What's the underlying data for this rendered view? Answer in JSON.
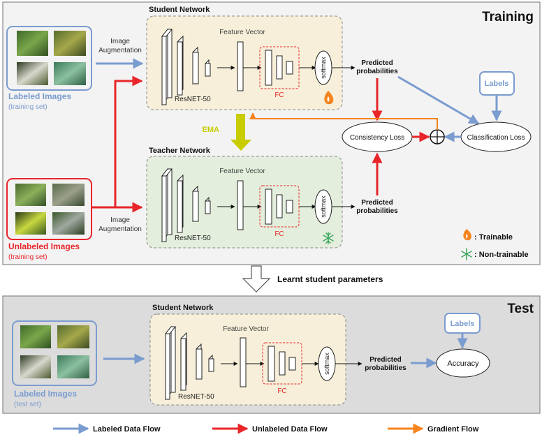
{
  "training": {
    "title": "Training",
    "labeled_caption": "Labeled Images",
    "labeled_sub": "(training set)",
    "unlabeled_caption": "Unlabeled Images",
    "unlabeled_sub": "(training set)",
    "aug_top_1": "Image",
    "aug_top_2": "Augmentation",
    "aug_bot_1": "Image",
    "aug_bot_2": "Augmentation",
    "student_title": "Student Network",
    "teacher_title": "Teacher Network",
    "feature_vector_student": "Feature Vector",
    "feature_vector_teacher": "Feature Vector",
    "resnet_student": "ResNET-50",
    "resnet_teacher": "ResNET-50",
    "fc_student": "FC",
    "fc_teacher": "FC",
    "softmax_student": "softmax",
    "softmax_teacher": "softmax",
    "pred_student_1": "Predicted",
    "pred_student_2": "probabilities",
    "pred_teacher_1": "Predicted",
    "pred_teacher_2": "probabilities",
    "ema": "EMA",
    "labels": "Labels",
    "consistency_loss": "Consistency Loss",
    "classification_loss": "Classification Loss",
    "trainable": ": Trainable",
    "non_trainable": ": Non-trainable"
  },
  "transfer_label": "Learnt student parameters",
  "test": {
    "title": "Test",
    "labeled_caption": "Labeled Images",
    "labeled_sub": "(test set)",
    "student_title": "Student Network",
    "feature_vector": "Feature Vector",
    "resnet": "ResNET-50",
    "fc": "FC",
    "softmax": "softmax",
    "pred_1": "Predicted",
    "pred_2": "probabilities",
    "labels": "Labels",
    "accuracy": "Accuracy"
  },
  "legend": {
    "labeled_flow": "Labeled Data Flow",
    "unlabeled_flow": "Unlabeled Data Flow",
    "gradient_flow": "Gradient Flow"
  },
  "colors": {
    "labeled": "#7a9ccf",
    "unlabeled": "#e8262a",
    "gradient": "#f5841f",
    "ema": "#c8cc00",
    "student_bg": "#f7efd9",
    "teacher_bg": "#e3eedc"
  }
}
